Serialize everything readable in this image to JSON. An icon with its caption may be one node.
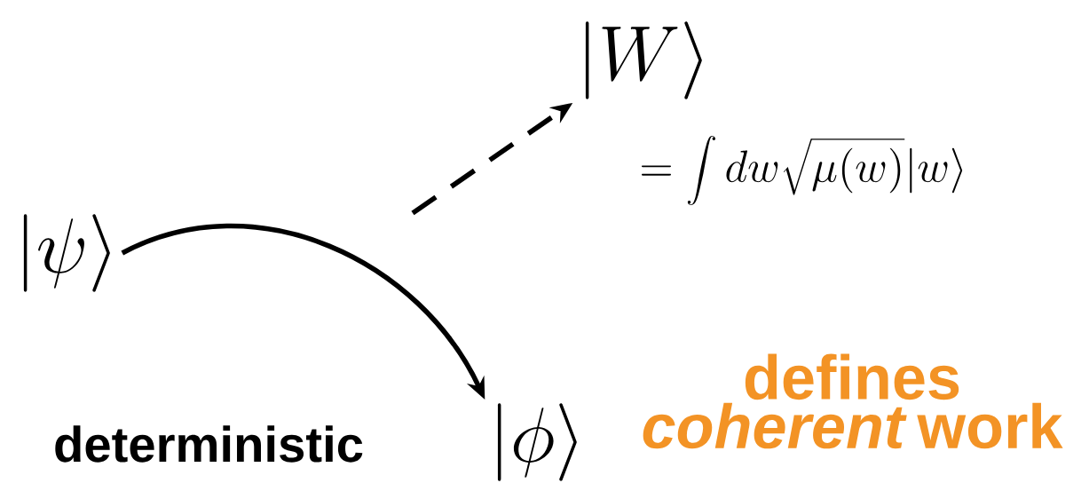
{
  "diagram": {
    "nodes": [
      {
        "text": [
          "|\\psi\\rangle"
        ]
      },
      {
        "text": [
          "|\\phi\\rangle"
        ]
      },
      {
        "text": [
          "|W\\rangle"
        ],
        "beside": [
          "= \\int dw \\sqrt{\\mu(w)} |w\\rangle"
        ]
      }
    ],
    "edges": [
      {
        "from": 0,
        "to": 1,
        "arrow": "to"
      },
      {
        "from": null,
        "to": 2,
        "arrow": "to",
        "style": "dashed"
      }
    ],
    "labels": [
      "deterministic",
      "defines *coherent* work"
    ]
  }
}
